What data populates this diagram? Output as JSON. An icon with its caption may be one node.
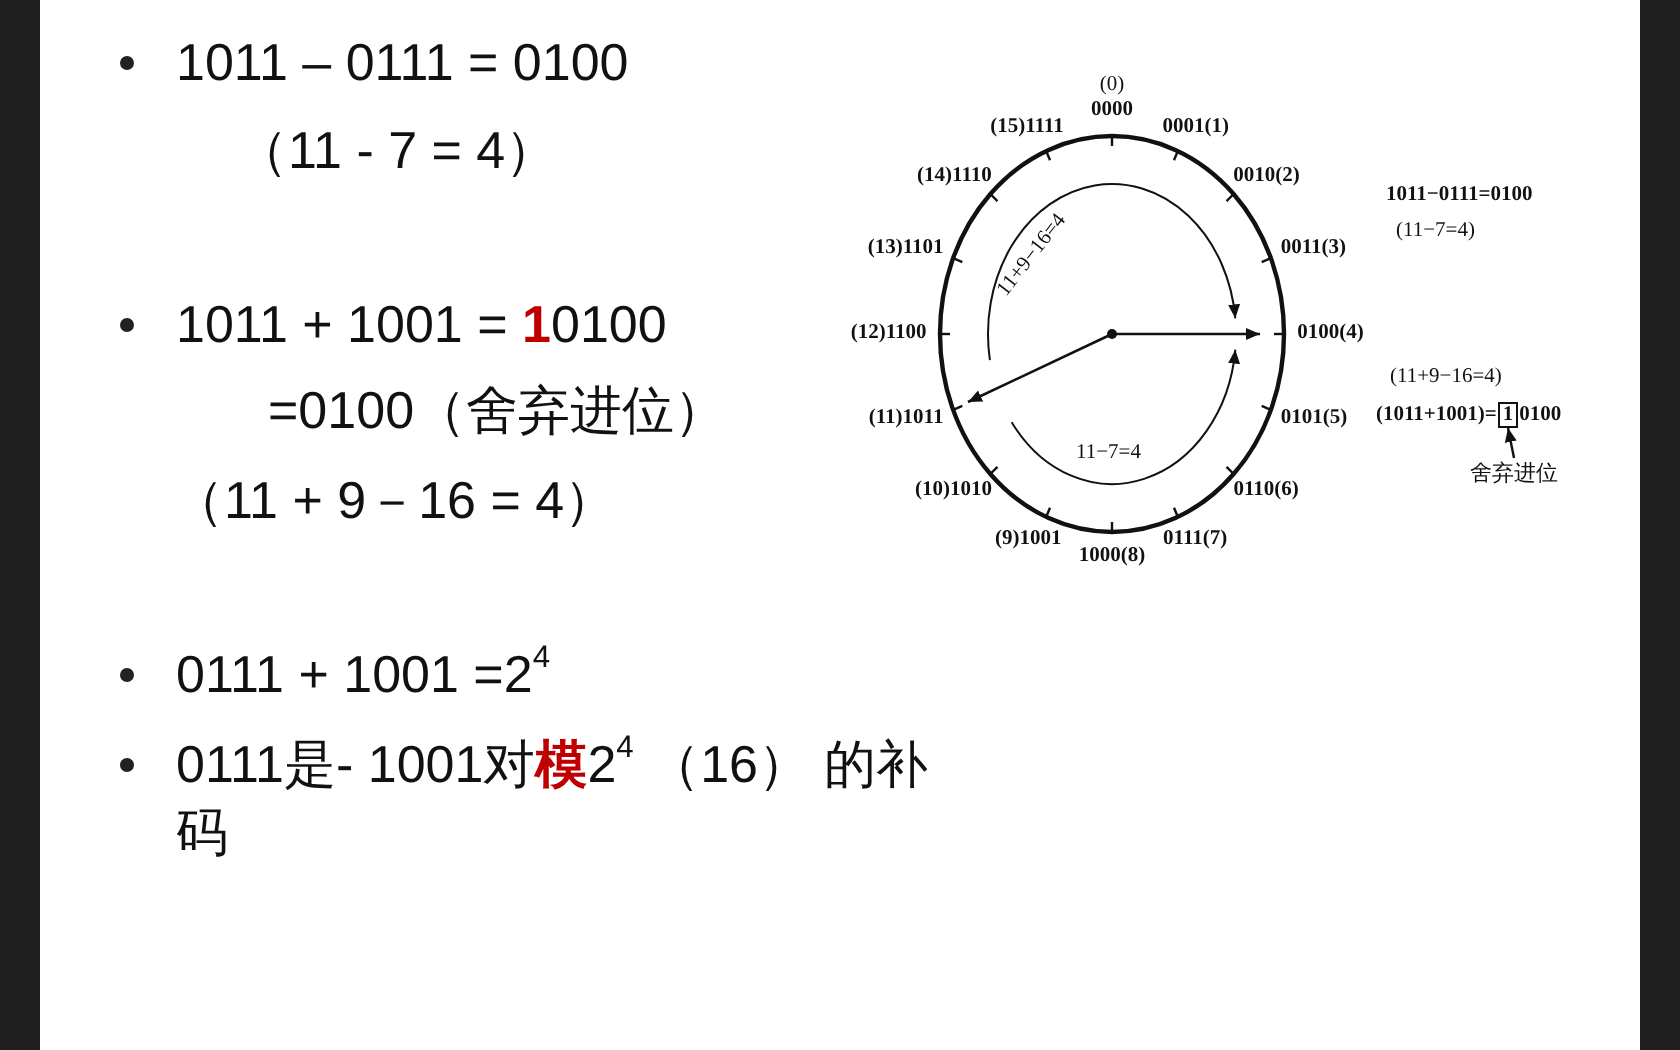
{
  "diagram": {
    "nodes": [
      {
        "text": [
          "1"
        ]
      },
      {
        "text": [
          "舍弃进位"
        ]
      }
    ],
    "edges": [
      {
        "from": 1,
        "to": 0,
        "arrow": "to"
      }
    ],
    "labels": [
      "1011 – 0111 = 0100",
      "（11 - 7 = 4）",
      "1011 + 1001 = **1**0100",
      "=0100（舍弃进位）",
      "（11 + 9－16 = 4）",
      "0111 + 1001 =2$^{4}$",
      "0111是- 1001对**模**2$^{4}$ （16） 的补码",
      "(0)",
      "0000",
      "0001(1)",
      "0010(2)",
      "0011(3)",
      "0100(4)",
      "0101(5)",
      "0110(6)",
      "0111(7)",
      "1000(8)",
      "(9)1001",
      "(10)1010",
      "(11)1011",
      "(12)1100",
      "(13)1101",
      "(14)1110",
      "(15)1111",
      "11+9−16=4",
      "11−7=4",
      "1011−0111=0100",
      "(11−7=4)",
      "(11+9−16=4)",
      "(1011+1001)=",
      "0100"
    ]
  }
}
